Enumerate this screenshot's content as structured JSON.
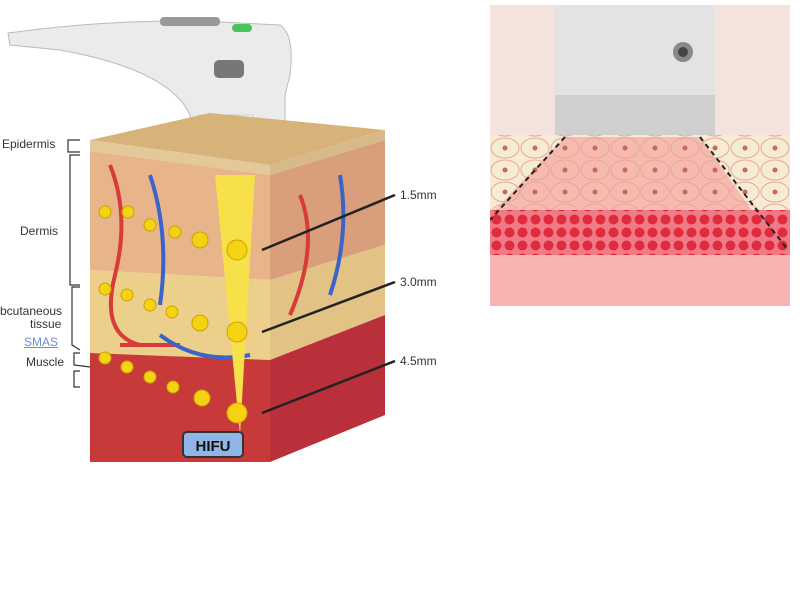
{
  "hifu_diagram": {
    "layer_labels": {
      "epidermis": "Epidermis",
      "dermis": "Dermis",
      "subcutaneous_line1": "bcutaneous",
      "subcutaneous_line2": "tissue",
      "smas": "SMAS",
      "muscle": "Muscle"
    },
    "depth_labels": [
      "1.5mm",
      "3.0mm",
      "4.5mm"
    ],
    "badge": "HIFU"
  },
  "colors": {
    "badge_fill": "#8fb6e6",
    "focal_point": "#f5d312",
    "smas_label": "#6a8fd0",
    "tissue_red": "#e0404a"
  }
}
